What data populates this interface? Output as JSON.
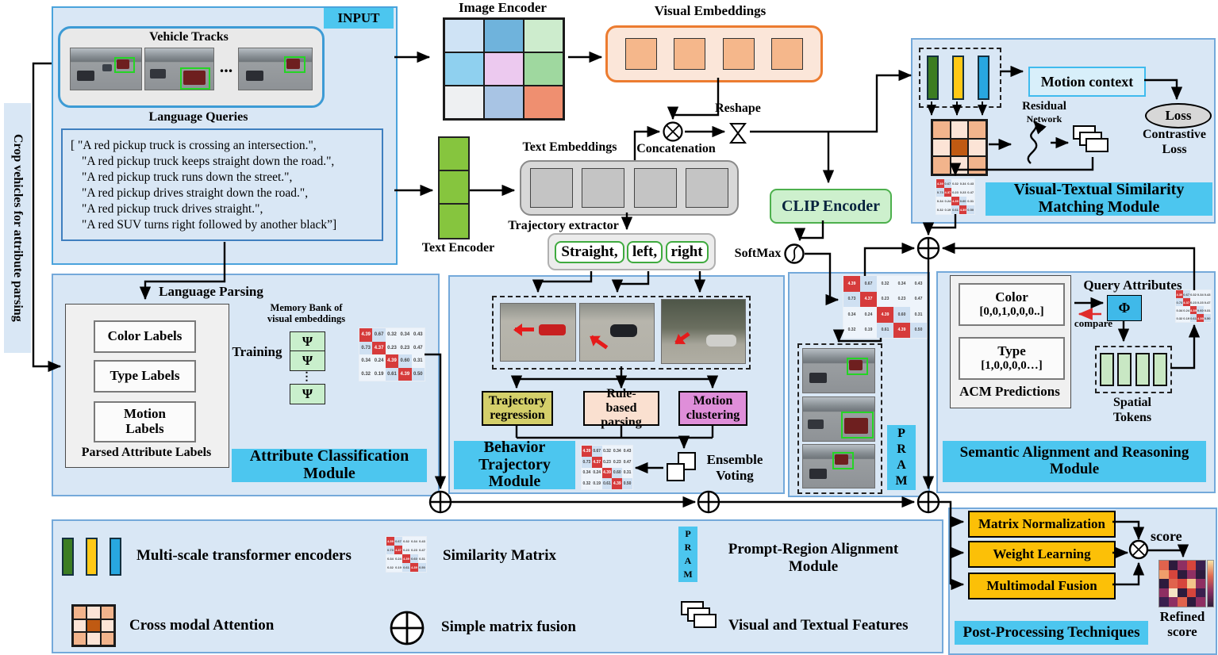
{
  "side_label": "Crop vehicles for attribute parsing",
  "input": {
    "title": "INPUT",
    "vehicle_tracks_title": "Vehicle Tracks",
    "ellipsis": "...",
    "language_queries_title": "Language Queries",
    "queries": [
      "[ \"A red pickup truck is crossing an intersection.\",",
      "\"A red pickup truck keeps straight down the road.\",",
      "\"A red pickup truck runs down the street.\",",
      "\"A red pickup drives straight down the road.\",",
      "\"A red pickup truck drives straight.\",",
      "\"A red SUV turns right followed by another black”]"
    ]
  },
  "encoders": {
    "image_encoder": "Image Encoder",
    "visual_embeddings": "Visual Embeddings",
    "text_encoder": "Text Encoder",
    "text_embeddings": "Text Embeddings",
    "concatenation": "Concatenation",
    "reshape": "Reshape",
    "trajectory_extractor": "Trajectory extractor",
    "tokens": [
      "Straight,",
      "left,",
      "right"
    ],
    "clip_encoder": "CLIP Encoder",
    "softmax": "SoftMax"
  },
  "vtsm": {
    "motion_context": "Motion context",
    "residual": "Residual",
    "network": "Network",
    "loss": "Loss",
    "contrastive_1": "Contrastive",
    "contrastive_2": "Loss",
    "title_1": "Visual-Textual Similarity",
    "title_2": "Matching Module"
  },
  "acm": {
    "language_parsing": "Language Parsing",
    "labels": [
      "Color Labels",
      "Type Labels",
      "Motion Labels"
    ],
    "parsed_caption": "Parsed Attribute Labels",
    "training": "Training",
    "memory_bank_1": "Memory Bank of",
    "memory_bank_2": "visual embeddings",
    "psi": "Ψ",
    "psi_dots": "⋮",
    "title_1": "Attribute Classification",
    "title_2": "Module"
  },
  "btm": {
    "branches": [
      "Trajectory regression",
      "Rule-based parsing",
      "Motion clustering"
    ],
    "ensemble_1": "Ensemble",
    "ensemble_2": "Voting",
    "title_1": "Behavior",
    "title_2": "Trajectory",
    "title_3": "Module"
  },
  "pram": {
    "letters": [
      "P",
      "R",
      "A",
      "M"
    ]
  },
  "sarm": {
    "color_title": "Color",
    "color_vector": "[0,0,1,0,0,0..]",
    "type_title": "Type",
    "type_vector": "[1,0,0,0,0…]",
    "acm_predictions": "ACM Predictions",
    "query_attributes": "Query Attributes",
    "phi": "Φ",
    "compare": "compare",
    "spatial_1": "Spatial",
    "spatial_2": "Tokens",
    "title_1": "Semantic Alignment and Reasoning",
    "title_2": "Module"
  },
  "legend": {
    "multiscale": "Multi-scale transformer encoders",
    "similarity_matrix": "Similarity Matrix",
    "pram_1": "Prompt-Region Alignment",
    "pram_2": "Module",
    "cross_modal": "Cross modal Attention",
    "simple_fusion": "Simple matrix fusion",
    "visual_textual": "Visual and Textual Features"
  },
  "post": {
    "steps": [
      "Matrix Normalization",
      "Weight Learning",
      "Multimodal Fusion"
    ],
    "score": "score",
    "refined_1": "Refined",
    "refined_2": "score",
    "title": "Post-Processing Techniques"
  },
  "similarity_matrix": {
    "values": [
      [
        4.39,
        0.67,
        0.32,
        0.34,
        0.43
      ],
      [
        0.73,
        4.37,
        0.23,
        0.23,
        0.47
      ],
      [
        0.34,
        0.24,
        4.39,
        0.6,
        0.31
      ],
      [
        0.32,
        0.19,
        0.61,
        4.39,
        0.5
      ]
    ]
  },
  "image_encoder_grid": [
    "#cfe3f5",
    "#6fb3dc",
    "#cdeccd",
    "#8fd0ef",
    "#ecc9ef",
    "#9fd89f",
    "#eef0f2",
    "#a8c4e4",
    "#ef8f70"
  ],
  "cross_modal_grid": [
    "#f2b48c",
    "#fce4d6",
    "#f2b48c",
    "#fce4d6",
    "#c05a12",
    "#fce4d6",
    "#f2b48c",
    "#fce4d6",
    "#f2b48c"
  ],
  "refined_grid": [
    "#e0634d",
    "#2d1b3d",
    "#8e2f62",
    "#d6453c",
    "#3a1f4e",
    "#ef9e6b",
    "#d6453c",
    "#2d1b3d",
    "#8e2f62",
    "#2d1b3d",
    "#2d1b3d",
    "#e0634d",
    "#d6453c",
    "#f2c48a",
    "#8e2f62",
    "#8e2f62",
    "#f6e3c3",
    "#2d1b3d",
    "#d6453c",
    "#3a1f4e",
    "#3a1f4e",
    "#8e2f62",
    "#e0634d",
    "#2d1b3d",
    "#8e2f62"
  ],
  "colors": {
    "accent_cyan": "#4cc6ef",
    "module_bg": "#d9e7f5",
    "matrix_red": "#d63b3b",
    "post_yellow": "#fcc007",
    "trajectory_olive": "#d4cf6a",
    "rule_peach": "#fae0d0",
    "motion_violet": "#df8ed9",
    "encoder_green": "#86c53e",
    "visual_orange": "#ec7c30"
  }
}
